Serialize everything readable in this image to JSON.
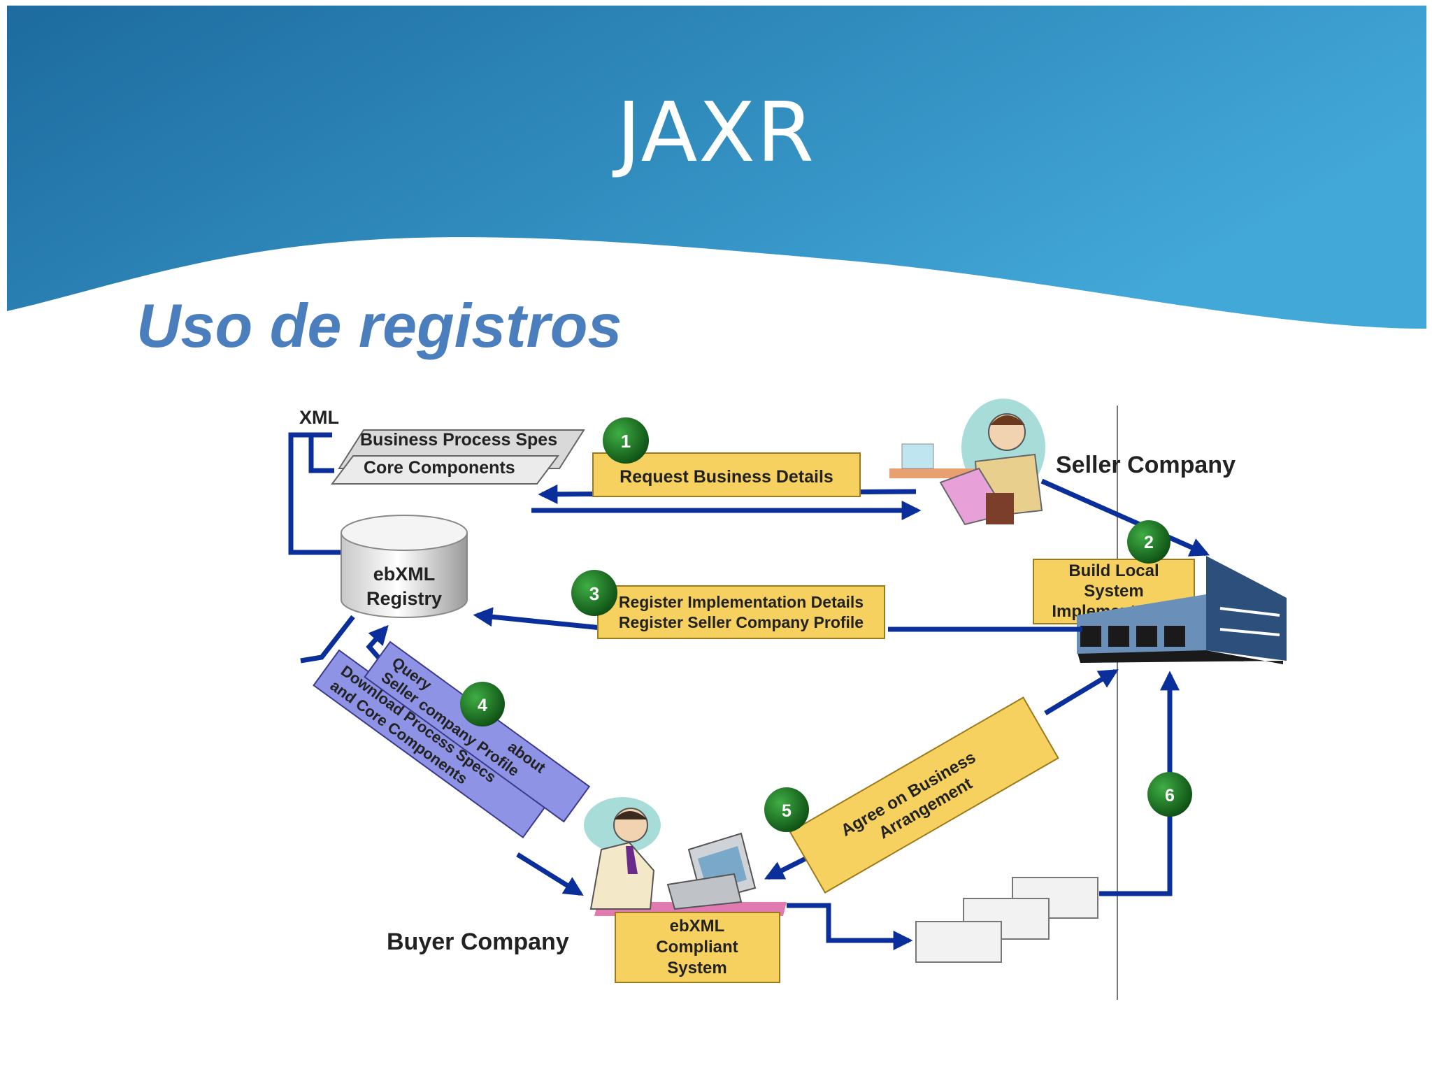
{
  "slide": {
    "title": "JAXR",
    "subtitle": "Uso de registros"
  },
  "diagram": {
    "xml_label": "XML",
    "spec_sheets": [
      "Business Process Spes",
      "Core Components"
    ],
    "registry": [
      "ebXML",
      "Registry"
    ],
    "seller_company": "Seller Company",
    "buyer_company": "Buyer Company",
    "steps": [
      {
        "number": "1",
        "text": [
          "Request Business Details"
        ]
      },
      {
        "number": "2",
        "text": [
          "Build Local",
          "System",
          "Implementation"
        ]
      },
      {
        "number": "3",
        "text": [
          "Register Implementation Details",
          "Register Seller Company Profile"
        ]
      },
      {
        "number": "4",
        "text": [
          "Query",
          "about",
          "Seller company Profile"
        ]
      },
      {
        "number": "5",
        "text": [
          "Agree on Business",
          "Arrangement"
        ]
      },
      {
        "number": "6",
        "text": []
      }
    ],
    "download_text": [
      "Download Process Specs",
      "and Core Components"
    ],
    "compliant_system": [
      "ebXML",
      "Compliant",
      "System"
    ]
  },
  "colors": {
    "header_dark": "#1f6fa2",
    "header_light": "#3fa3d3",
    "subtitle": "#4a7ebc",
    "box_yellow": "#f7d160",
    "box_purple": "#8f93e6",
    "arrow_blue": "#0a2f9a",
    "step_green": "#1b6e1f"
  }
}
